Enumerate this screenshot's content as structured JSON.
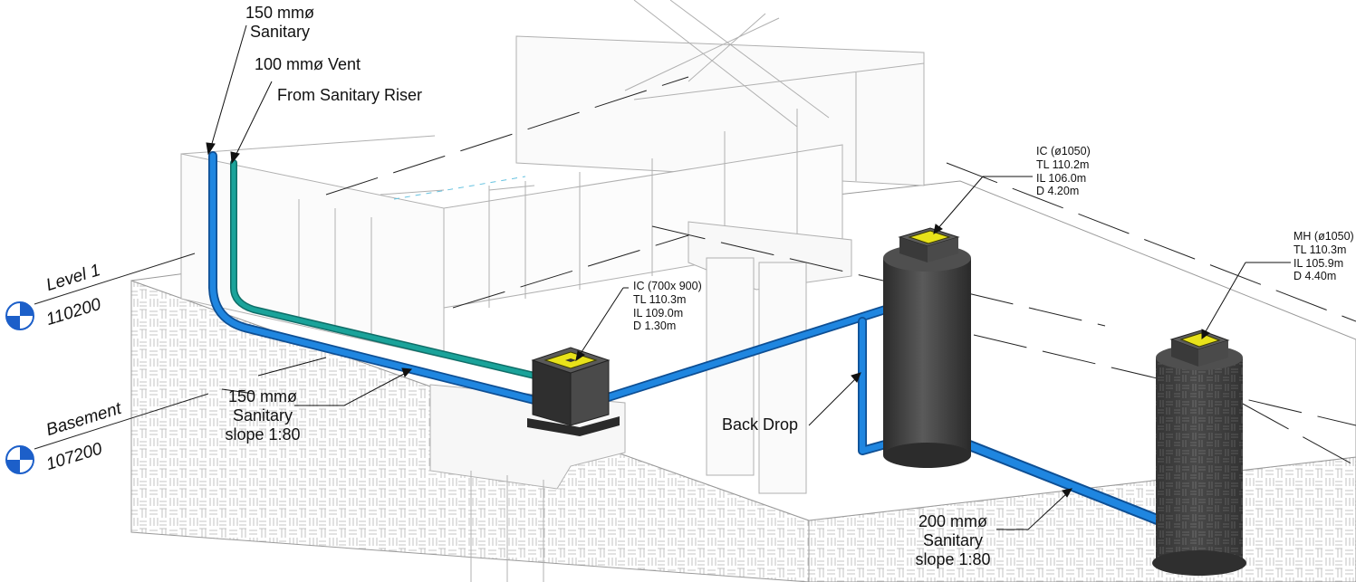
{
  "labels": {
    "sanitary_150_top": {
      "line1": "150 mmø",
      "line2": "Sanitary"
    },
    "vent_100": "100 mmø Vent",
    "from_riser": "From Sanitary Riser",
    "sanitary_150_slope": {
      "line1": "150 mmø",
      "line2": "Sanitary",
      "line3": "slope 1:80"
    },
    "sanitary_200_slope": {
      "line1": "200 mmø",
      "line2": "Sanitary",
      "line3": "slope 1:80"
    },
    "back_drop": "Back Drop"
  },
  "chambers": {
    "ic_small": {
      "title": "IC (700x 900)",
      "tl": "TL 110.3m",
      "il": "IL 109.0m",
      "d": "D 1.30m"
    },
    "ic_large": {
      "title": "IC (ø1050)",
      "tl": "TL 110.2m",
      "il": "IL 106.0m",
      "d": "D 4.20m"
    },
    "mh": {
      "title": "MH (ø1050)",
      "tl": "TL 110.3m",
      "il": "IL 105.9m",
      "d": "D 4.40m"
    }
  },
  "levels": [
    {
      "name": "Level 1",
      "elevation": "110200"
    },
    {
      "name": "Basement",
      "elevation": "107200"
    }
  ],
  "colors": {
    "sanitary_pipe": "#1f86e0",
    "vent_pipe": "#1aa39a",
    "chamber": "#3c3c3c",
    "cover": "#e8e21a",
    "level_marker": "#1c5fc9"
  }
}
